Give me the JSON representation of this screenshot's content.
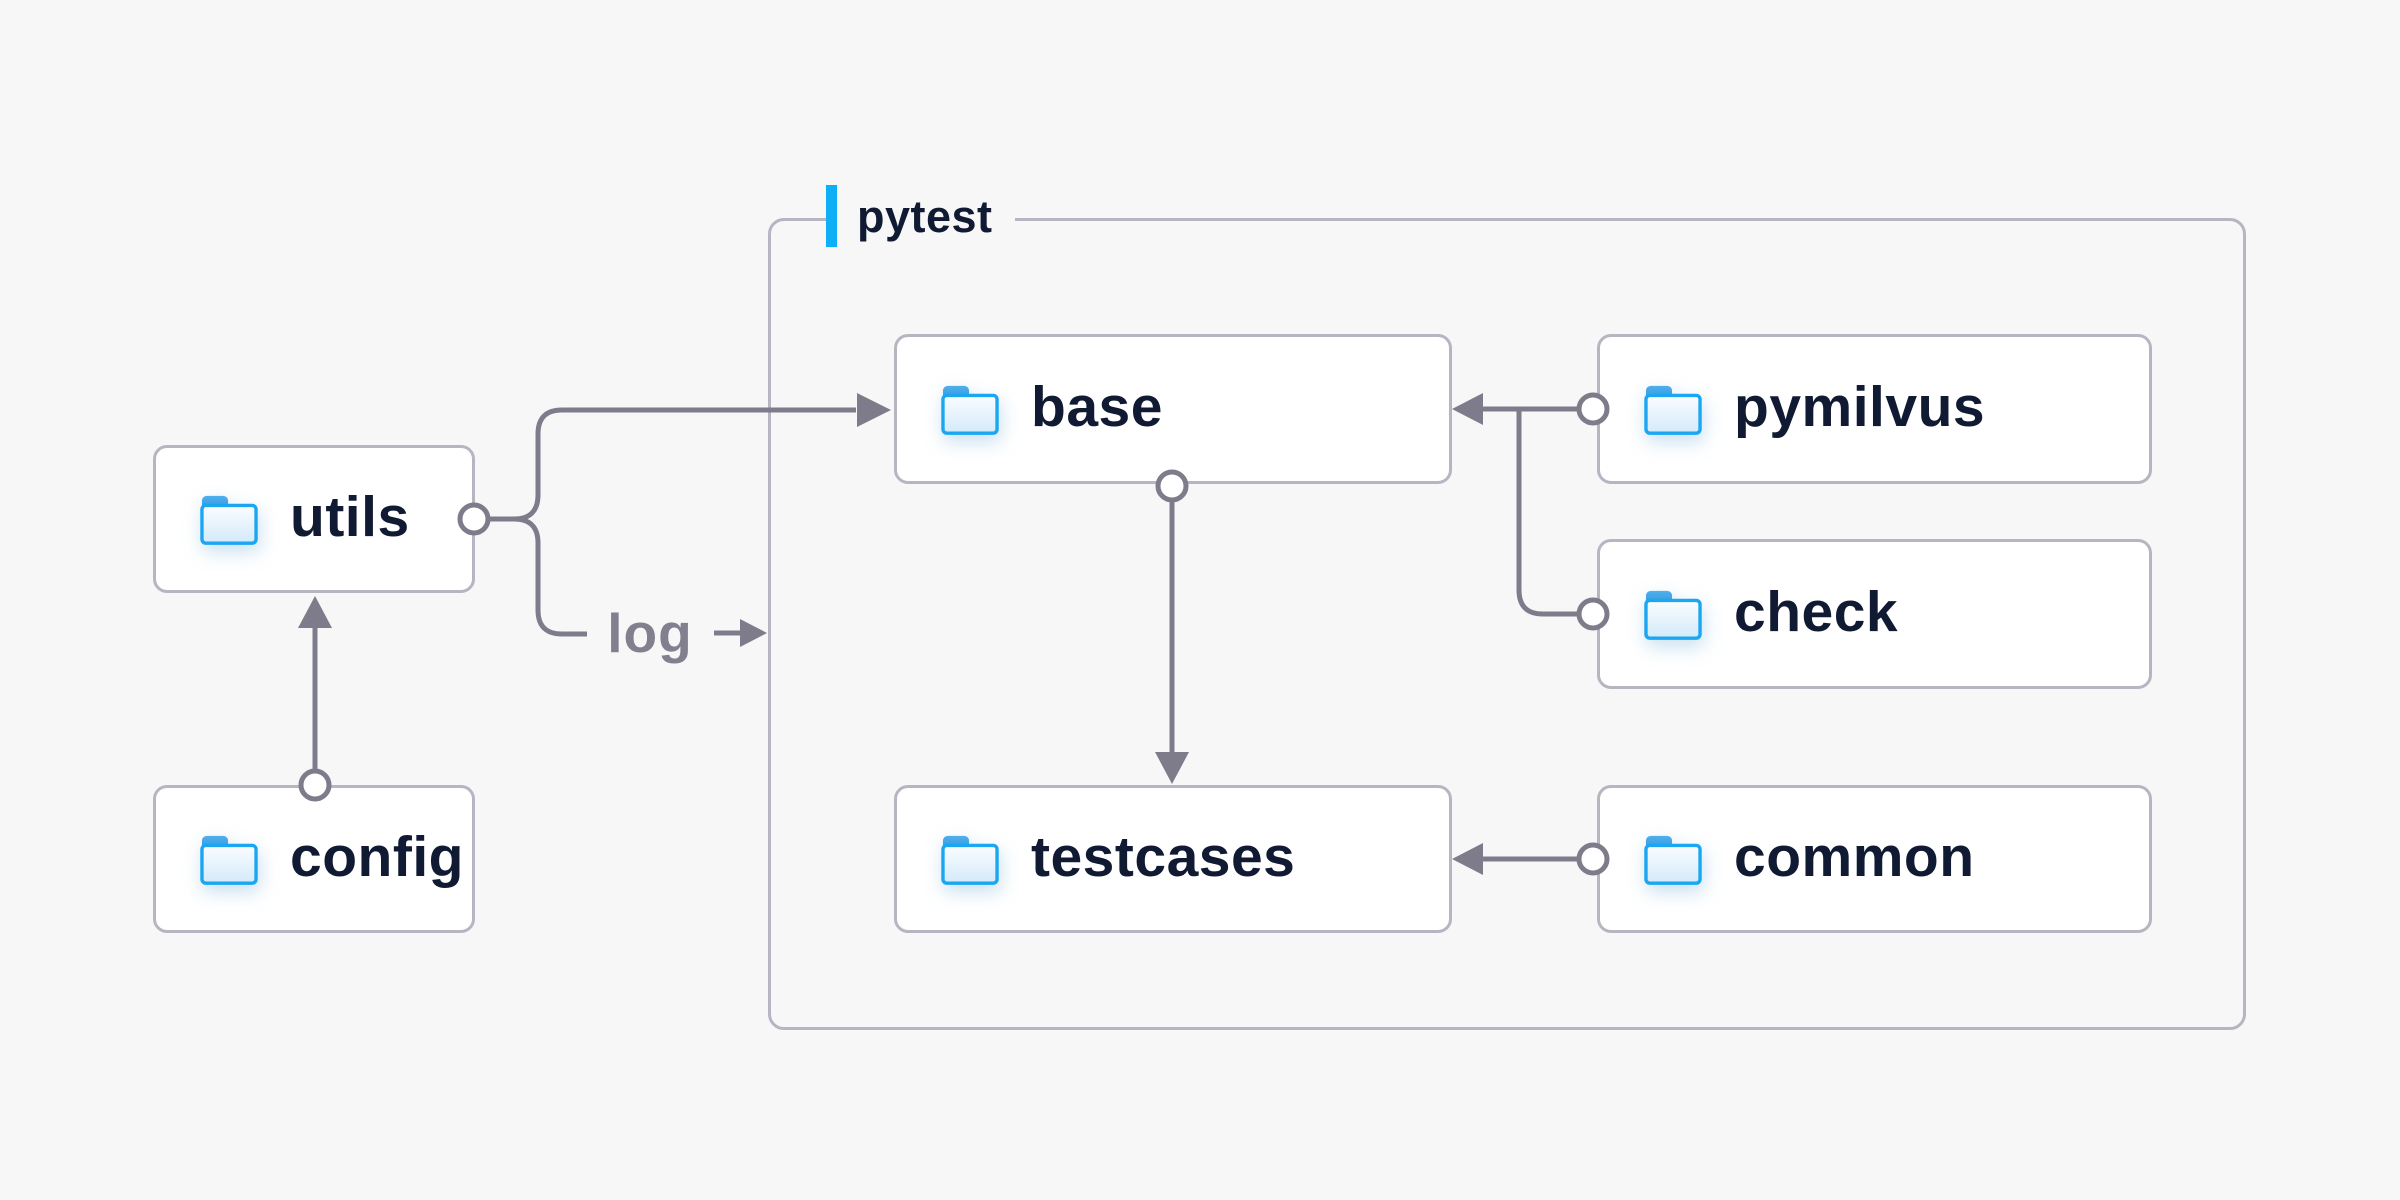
{
  "page": {
    "background": "#f7f7f8"
  },
  "container": {
    "label": "pytest"
  },
  "nodes": {
    "utils": {
      "label": "utils"
    },
    "config": {
      "label": "config"
    },
    "base": {
      "label": "base"
    },
    "pymilvus": {
      "label": "pymilvus"
    },
    "check": {
      "label": "check"
    },
    "testcases": {
      "label": "testcases"
    },
    "common": {
      "label": "common"
    }
  },
  "edges": {
    "log_label": "log",
    "connections": [
      {
        "from": "config",
        "to": "utils"
      },
      {
        "from": "utils",
        "to": "base"
      },
      {
        "from": "utils",
        "to": "log",
        "label": "log"
      },
      {
        "from": "pymilvus",
        "to": "base"
      },
      {
        "from": "check",
        "to": "base"
      },
      {
        "from": "base",
        "to": "testcases"
      },
      {
        "from": "common",
        "to": "testcases"
      }
    ]
  },
  "colors": {
    "accent_blue": "#0db0f7",
    "folder_blue": "#1ba6f1",
    "line_gray": "#7e7c8b",
    "box_border": "#b6b5c2",
    "text_navy": "#101a32",
    "log_text_gray": "#827f8e"
  }
}
